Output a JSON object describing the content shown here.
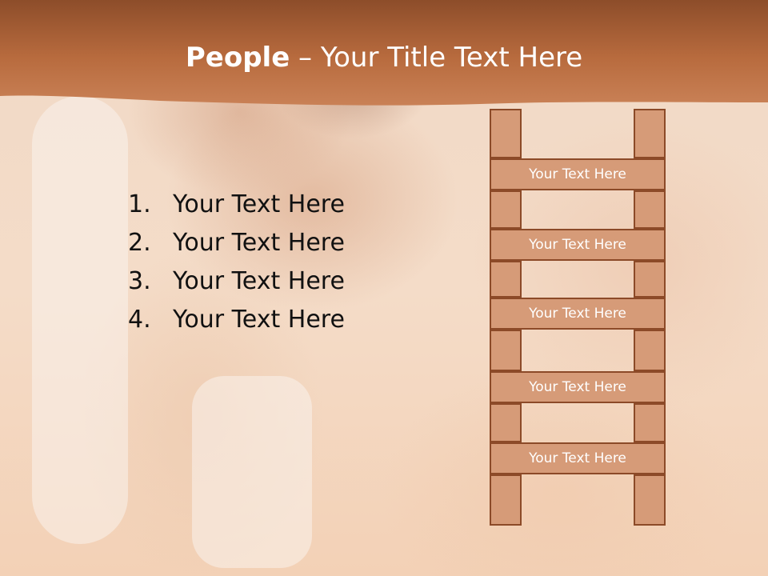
{
  "slide": {
    "title_bold": "People",
    "title_rest": " – Your Title Text Here",
    "colors": {
      "header": "#b46a3e",
      "ladder_fill": "#d69b78",
      "ladder_stroke": "#8c4a28"
    }
  },
  "list": {
    "items": [
      {
        "num": "1.",
        "text": "Your Text Here"
      },
      {
        "num": "2.",
        "text": "Your Text Here"
      },
      {
        "num": "3.",
        "text": "Your Text Here"
      },
      {
        "num": "4.",
        "text": "Your Text Here"
      }
    ]
  },
  "ladder": {
    "rungs": [
      {
        "label": "Your Text Here"
      },
      {
        "label": "Your Text Here"
      },
      {
        "label": "Your Text Here"
      },
      {
        "label": "Your Text Here"
      },
      {
        "label": "Your Text Here"
      }
    ]
  }
}
